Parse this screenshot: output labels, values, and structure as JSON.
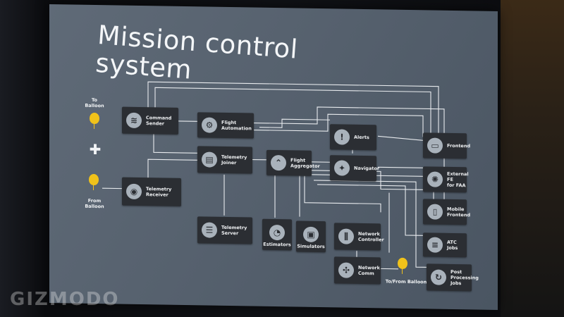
{
  "slide": {
    "title": "Mission control system"
  },
  "nodes": {
    "command_sender": "Command\nSender",
    "flight_automation": "Flight\nAutomation",
    "telemetry_joiner": "Telemetry\nJoiner",
    "telemetry_receiver": "Telemetry\nReceiver",
    "flight_aggregator": "Flight\nAggregator",
    "alerts": "Alerts",
    "navigator": "Navigator",
    "frontend": "Frontend",
    "external_fe": "External FE\nfor FAA",
    "mobile_frontend": "Mobile\nFrontend",
    "atc_jobs": "ATC Jobs",
    "post_processing": "Post\nProcessing\nJobs",
    "telemetry_server": "Telemetry\nServer",
    "estimators": "Estimators",
    "simulators": "Simulators",
    "network_controller": "Network\nController",
    "network_comm": "Network\nComm"
  },
  "labels": {
    "to_balloon": "To\nBalloon",
    "from_balloon": "From\nBalloon",
    "to_from_balloon": "To/From Balloon"
  },
  "watermark": "GIZMODO",
  "colors": {
    "screen": "#56616e",
    "box": "#2b2e33",
    "line": "#e8ebee",
    "balloon": "#f0c21a",
    "icon": "#a9b2bb"
  },
  "icons": {
    "command_sender": "wifi-icon",
    "flight_automation": "gear-icon",
    "telemetry_joiner": "chart-icon",
    "telemetry_receiver": "antenna-icon",
    "flight_aggregator": "chevron-up-icon",
    "alerts": "alert-icon",
    "navigator": "compass-icon",
    "frontend": "monitor-icon",
    "external_fe": "globe-icon",
    "mobile_frontend": "phone-icon",
    "atc_jobs": "list-icon",
    "post_processing": "refresh-icon",
    "telemetry_server": "server-icon",
    "estimators": "gauge-icon",
    "simulators": "sim-icon",
    "network_controller": "sliders-icon",
    "network_comm": "network-icon"
  }
}
